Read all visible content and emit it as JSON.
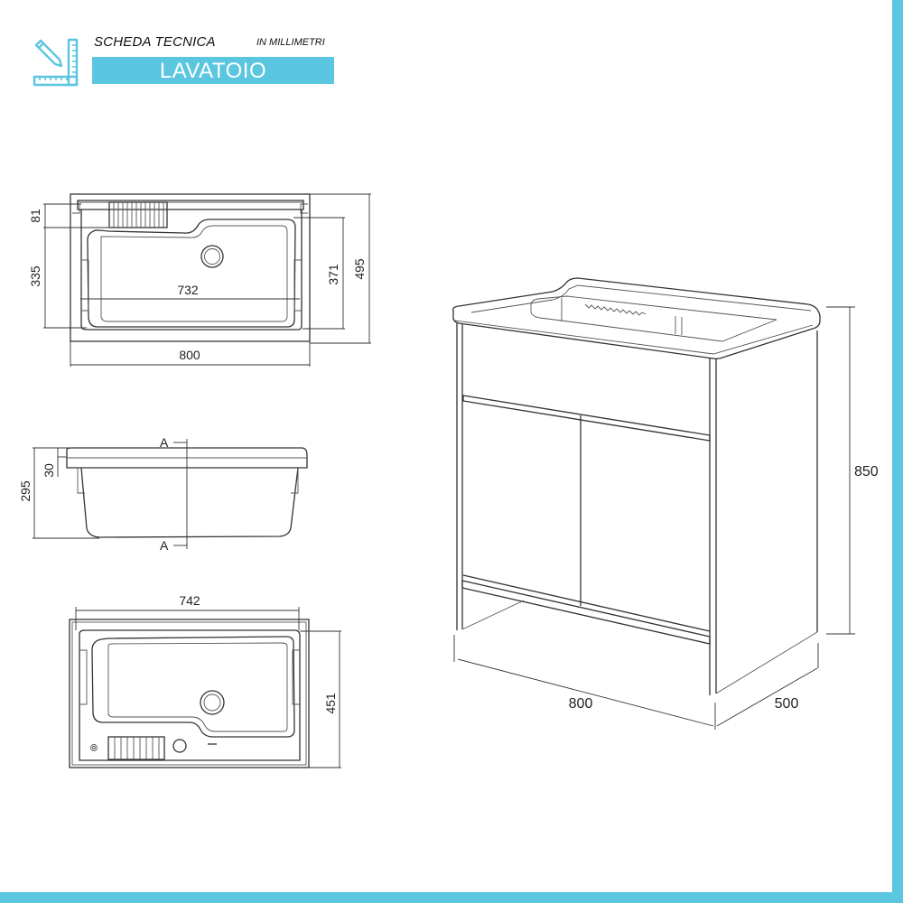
{
  "header": {
    "title": "SCHEDA TECNICA",
    "unit_note": "IN MILLIMETRI",
    "product_name": "LAVATOIO",
    "icon": "pencil-ruler-icon"
  },
  "colors": {
    "accent": "#5bc6e0",
    "line": "#333333",
    "background": "#ffffff"
  },
  "views": {
    "top_view": {
      "label": "Top view (sink)",
      "dimensions": {
        "overall_width": "800",
        "overall_depth": "495",
        "basin_width": "732",
        "basin_depth": "371",
        "front_to_basin": "335",
        "washboard_depth": "81"
      }
    },
    "side_view": {
      "label": "Side section",
      "section_marker_top": "A",
      "section_marker_bottom": "A",
      "dimensions": {
        "total_height": "295",
        "rim_thickness": "30"
      }
    },
    "bottom_view": {
      "label": "Bottom view (sink)",
      "dimensions": {
        "width": "742",
        "depth": "451"
      }
    },
    "perspective_view": {
      "label": "Cabinet perspective",
      "dimensions": {
        "height": "850",
        "width": "800",
        "depth": "500"
      }
    }
  }
}
